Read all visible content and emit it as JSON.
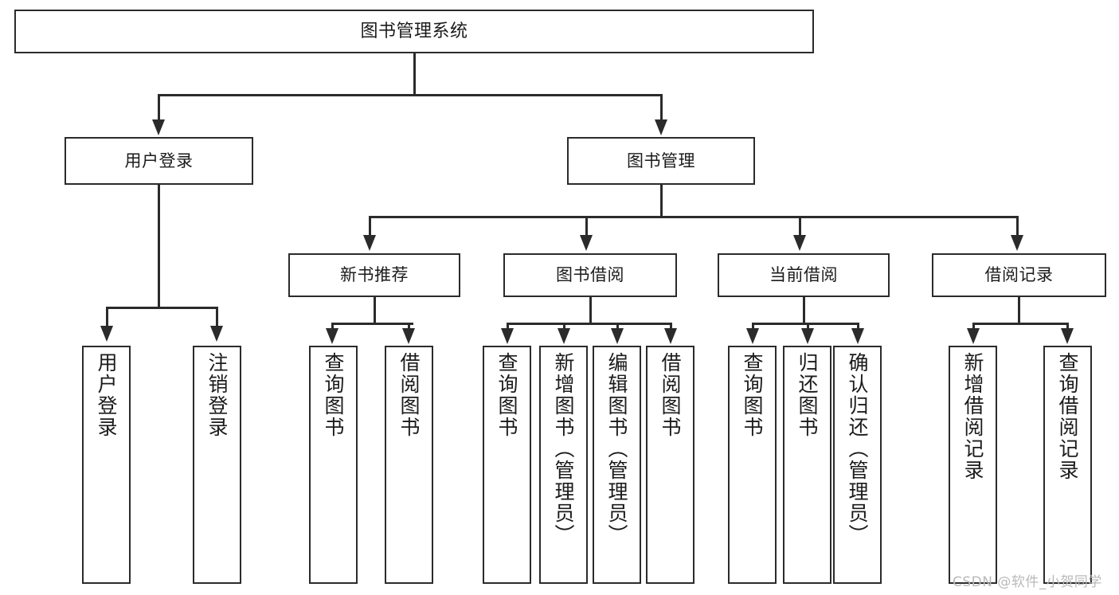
{
  "diagram": {
    "title": "图书管理系统",
    "type": "hierarchy-tree",
    "levels": 4,
    "root": {
      "id": "root",
      "label": "图书管理系统"
    },
    "level2": [
      {
        "id": "user-login",
        "label": "用户登录"
      },
      {
        "id": "book-management",
        "label": "图书管理"
      }
    ],
    "level3": [
      {
        "id": "new-book-recommend",
        "label": "新书推荐",
        "parent": "book-management"
      },
      {
        "id": "book-borrow",
        "label": "图书借阅",
        "parent": "book-management"
      },
      {
        "id": "current-borrow",
        "label": "当前借阅",
        "parent": "book-management"
      },
      {
        "id": "borrow-record",
        "label": "借阅记录",
        "parent": "book-management"
      }
    ],
    "leaves": [
      {
        "id": "leaf-user-login",
        "label": "用户登录",
        "parent": "user-login"
      },
      {
        "id": "leaf-logout-login",
        "label": "注销登录",
        "parent": "user-login"
      },
      {
        "id": "leaf-query-book-1",
        "label": "查询图书",
        "parent": "new-book-recommend"
      },
      {
        "id": "leaf-borrow-book-1",
        "label": "借阅图书",
        "parent": "new-book-recommend"
      },
      {
        "id": "leaf-query-book-2",
        "label": "查询图书",
        "parent": "book-borrow"
      },
      {
        "id": "leaf-add-book",
        "label": "新增图书（管理员）",
        "parent": "book-borrow"
      },
      {
        "id": "leaf-edit-book",
        "label": "编辑图书（管理员）",
        "parent": "book-borrow"
      },
      {
        "id": "leaf-borrow-book-2",
        "label": "借阅图书",
        "parent": "book-borrow"
      },
      {
        "id": "leaf-query-book-3",
        "label": "查询图书",
        "parent": "current-borrow"
      },
      {
        "id": "leaf-return-book",
        "label": "归还图书",
        "parent": "current-borrow"
      },
      {
        "id": "leaf-confirm-return",
        "label": "确认归还（管理员）",
        "parent": "current-borrow"
      },
      {
        "id": "leaf-add-record",
        "label": "新增借阅记录",
        "parent": "borrow-record"
      },
      {
        "id": "leaf-query-record",
        "label": "查询借阅记录",
        "parent": "borrow-record"
      }
    ]
  },
  "watermark": {
    "text": "CSDN @软件_小贺同学"
  },
  "colors": {
    "stroke": "#2b2b2b",
    "fill": "#ffffff",
    "text": "#1b1b1b",
    "watermark": "#b9b9b9"
  }
}
